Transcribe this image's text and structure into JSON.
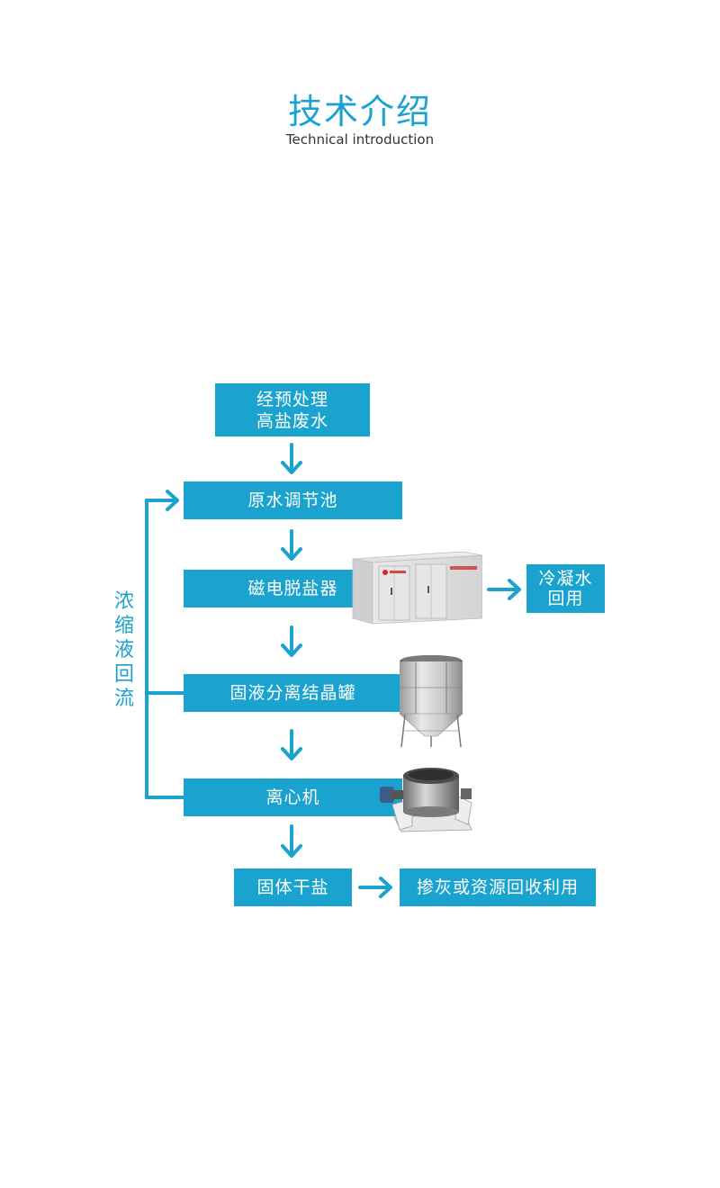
{
  "header": {
    "title_cn": "技术介绍",
    "title_en": "Technical introduction"
  },
  "flow": {
    "step1": "经预处理\n高盐废水",
    "step2": "原水调节池",
    "step3": "磁电脱盐器",
    "step4": "固液分离结晶罐",
    "step5": "离心机",
    "step6": "固体干盐",
    "output_water": "冷凝水\n回用",
    "output_salt": "掺灰或资源回收利用",
    "recycle_label": "浓\n缩\n液\n回\n流"
  },
  "colors": {
    "accent": "#1aa3cf"
  }
}
